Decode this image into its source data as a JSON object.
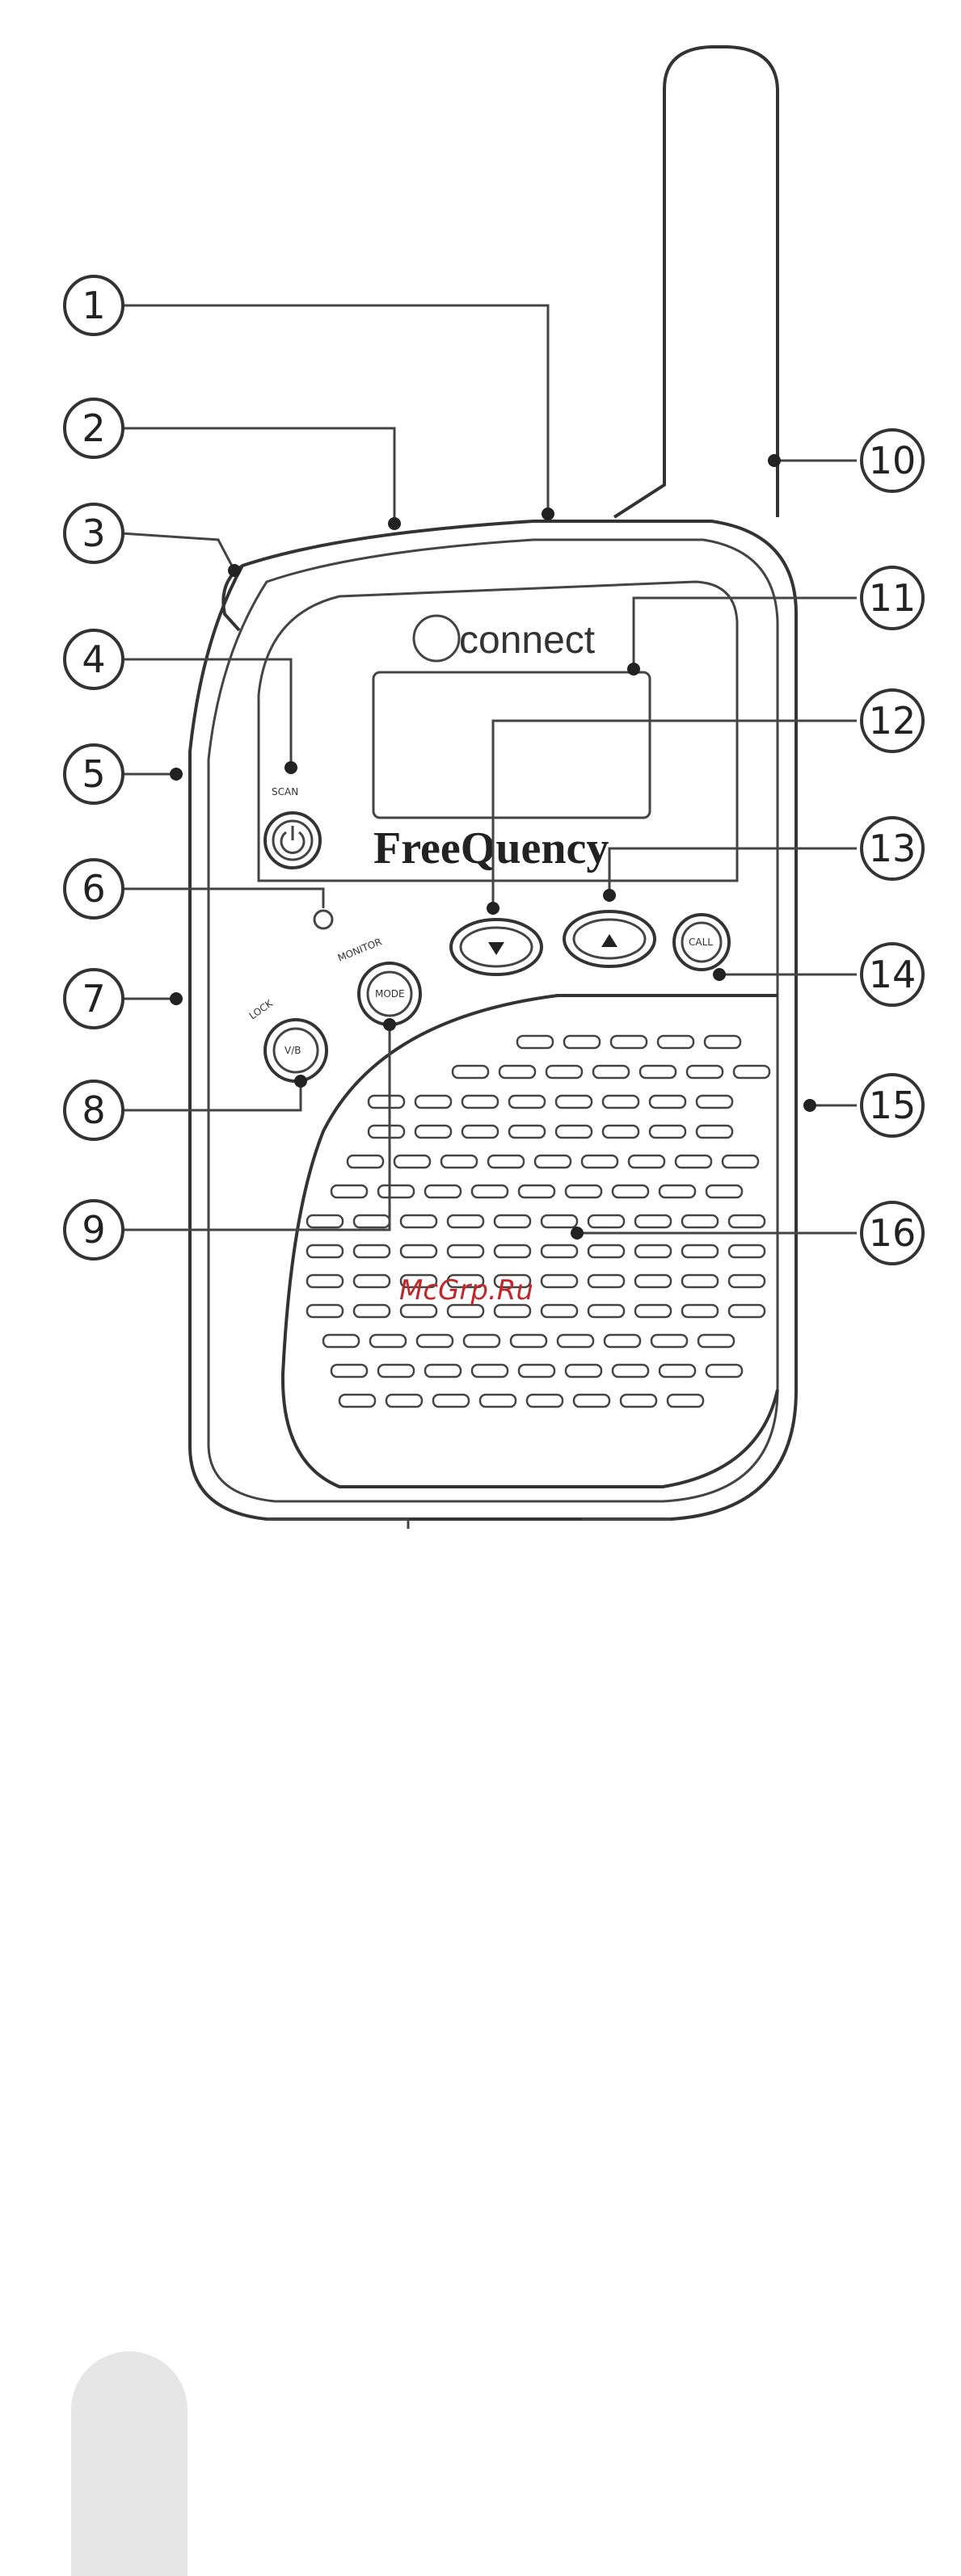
{
  "brand": {
    "logo_text": "connect"
  },
  "model_name": "FreeQuency",
  "watermark": "McGrp.Ru",
  "buttons": {
    "scan_label": "SCAN",
    "monitor_label": "MONITOR",
    "mode_label": "MODE",
    "lock_label": "LOCK",
    "vox_label": "V/B",
    "call_label": "CALL"
  },
  "callouts": [
    "1",
    "2",
    "3",
    "4",
    "5",
    "6",
    "7",
    "8",
    "9",
    "10",
    "11",
    "12",
    "13",
    "14",
    "15",
    "16"
  ]
}
